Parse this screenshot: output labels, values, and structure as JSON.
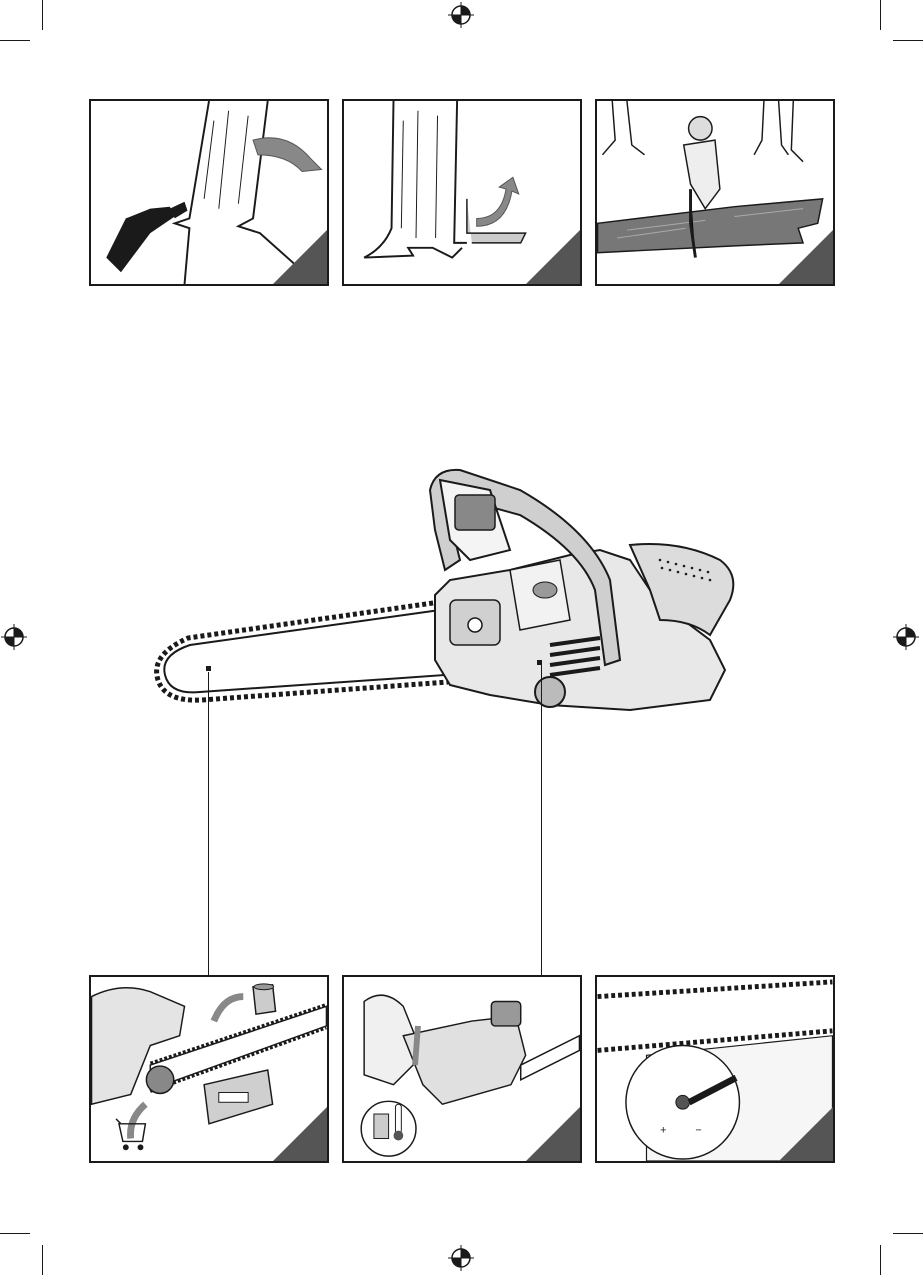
{
  "page": {
    "accent_color": "#555555",
    "line_color": "#1a1a1a"
  },
  "top_panels": [
    {
      "icon": "felling-notch-icon"
    },
    {
      "icon": "back-cut-icon"
    },
    {
      "icon": "bucking-log-icon"
    }
  ],
  "bottom_panels": [
    {
      "icon": "chain-replacement-icon"
    },
    {
      "icon": "engine-start-icon"
    },
    {
      "icon": "carburetor-adjust-icon"
    }
  ],
  "main_illustration": {
    "icon": "chainsaw-icon"
  },
  "registration_marks": [
    "registration-mark-top",
    "registration-mark-left",
    "registration-mark-right",
    "registration-mark-bottom"
  ]
}
